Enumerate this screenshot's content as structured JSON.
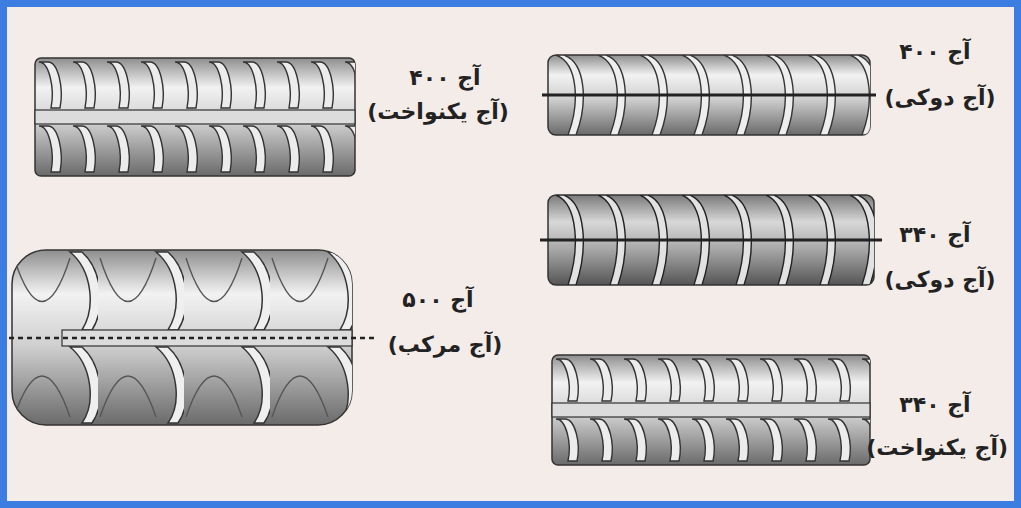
{
  "diagram": {
    "labels": [
      "آج ۴۰۰",
      "(آج یکنواخت)",
      "آج ۴۰۰",
      "(آج دوکی)",
      "آج ۵۰۰",
      "(آج مرکب)",
      "آج ۳۴۰",
      "(آج دوکی)",
      "آج ۳۴۰",
      "(آج یکنواخت)"
    ]
  }
}
